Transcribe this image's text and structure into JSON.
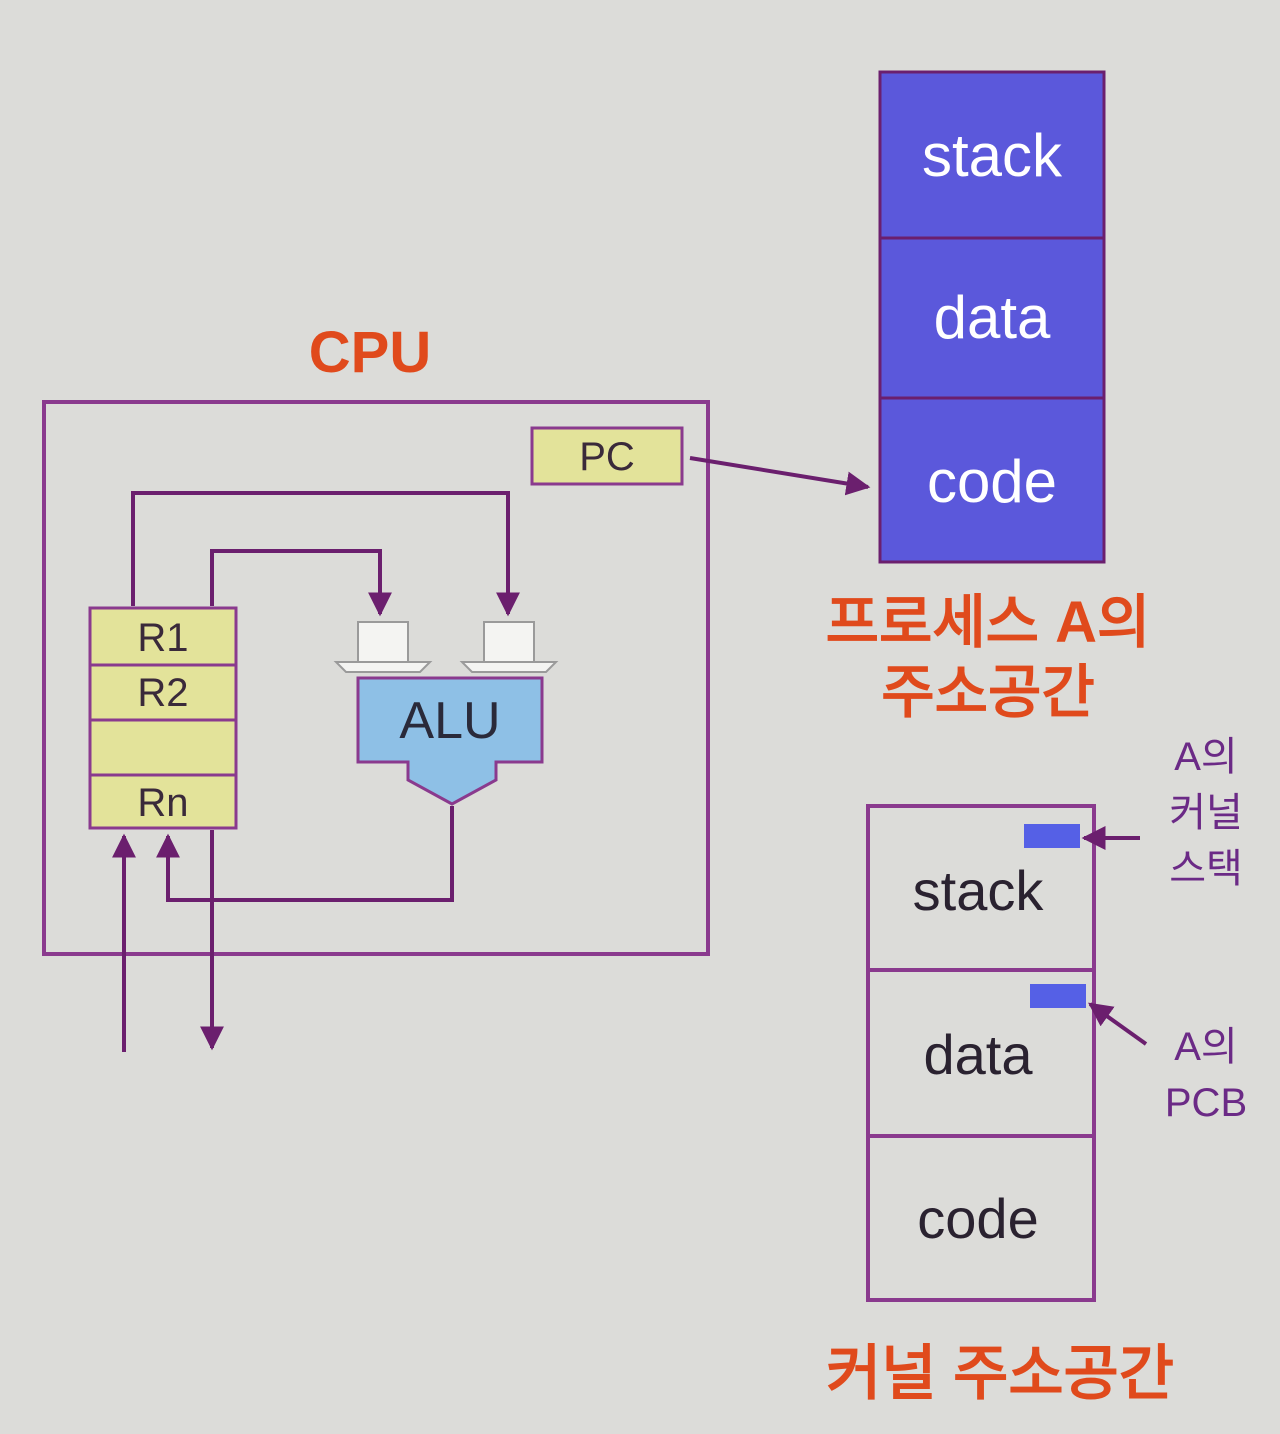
{
  "cpu": {
    "title": "CPU",
    "pc_label": "PC",
    "registers": [
      "R1",
      "R2",
      "",
      "Rn"
    ],
    "alu_label": "ALU"
  },
  "process_a": {
    "segments": [
      "stack",
      "data",
      "code"
    ],
    "caption_line1": "프로세스 A의",
    "caption_line2": "주소공간"
  },
  "kernel": {
    "segments": [
      "stack",
      "data",
      "code"
    ],
    "caption": "커널 주소공간",
    "kernel_stack_note": [
      "A의",
      "커널",
      "스택"
    ],
    "pcb_note": [
      "A의",
      "PCB"
    ]
  },
  "colors": {
    "process_fill": "#5b58db",
    "register_fill": "#e3e39a",
    "alu_fill": "#8ec0e6",
    "marker_fill": "#5560e6",
    "title_color": "#e04a1c",
    "line_color": "#6b1f6e"
  }
}
